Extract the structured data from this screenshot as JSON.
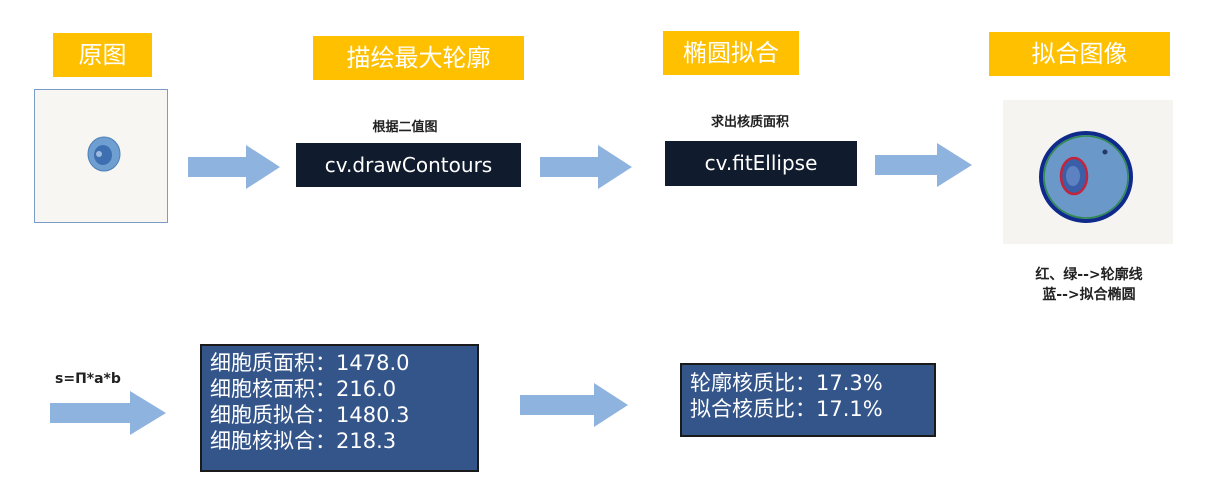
{
  "steps": [
    {
      "label": "原图"
    },
    {
      "label": "描绘最大轮廓",
      "note": "根据二值图",
      "func": "cv.drawContours"
    },
    {
      "label": "椭圆拟合",
      "note": "求出核质面积",
      "func": "cv.fitEllipse"
    },
    {
      "label": "拟合图像",
      "caption_lines": [
        "红、绿-->轮廓线",
        "蓝-->拟合椭圆"
      ]
    }
  ],
  "formula": "s=Π*a*b",
  "areas": [
    "细胞质面积：1478.0",
    "细胞核面积：216.0",
    "细胞质拟合：1480.3",
    "细胞核拟合：218.3"
  ],
  "ratios": [
    "轮廓核质比：17.3%",
    "拟合核质比：17.1%"
  ],
  "colors": {
    "label_bg": "#ffc000",
    "func_bg": "#111b2e",
    "result_bg": "#34558a",
    "arrow": "#8fb3df"
  }
}
